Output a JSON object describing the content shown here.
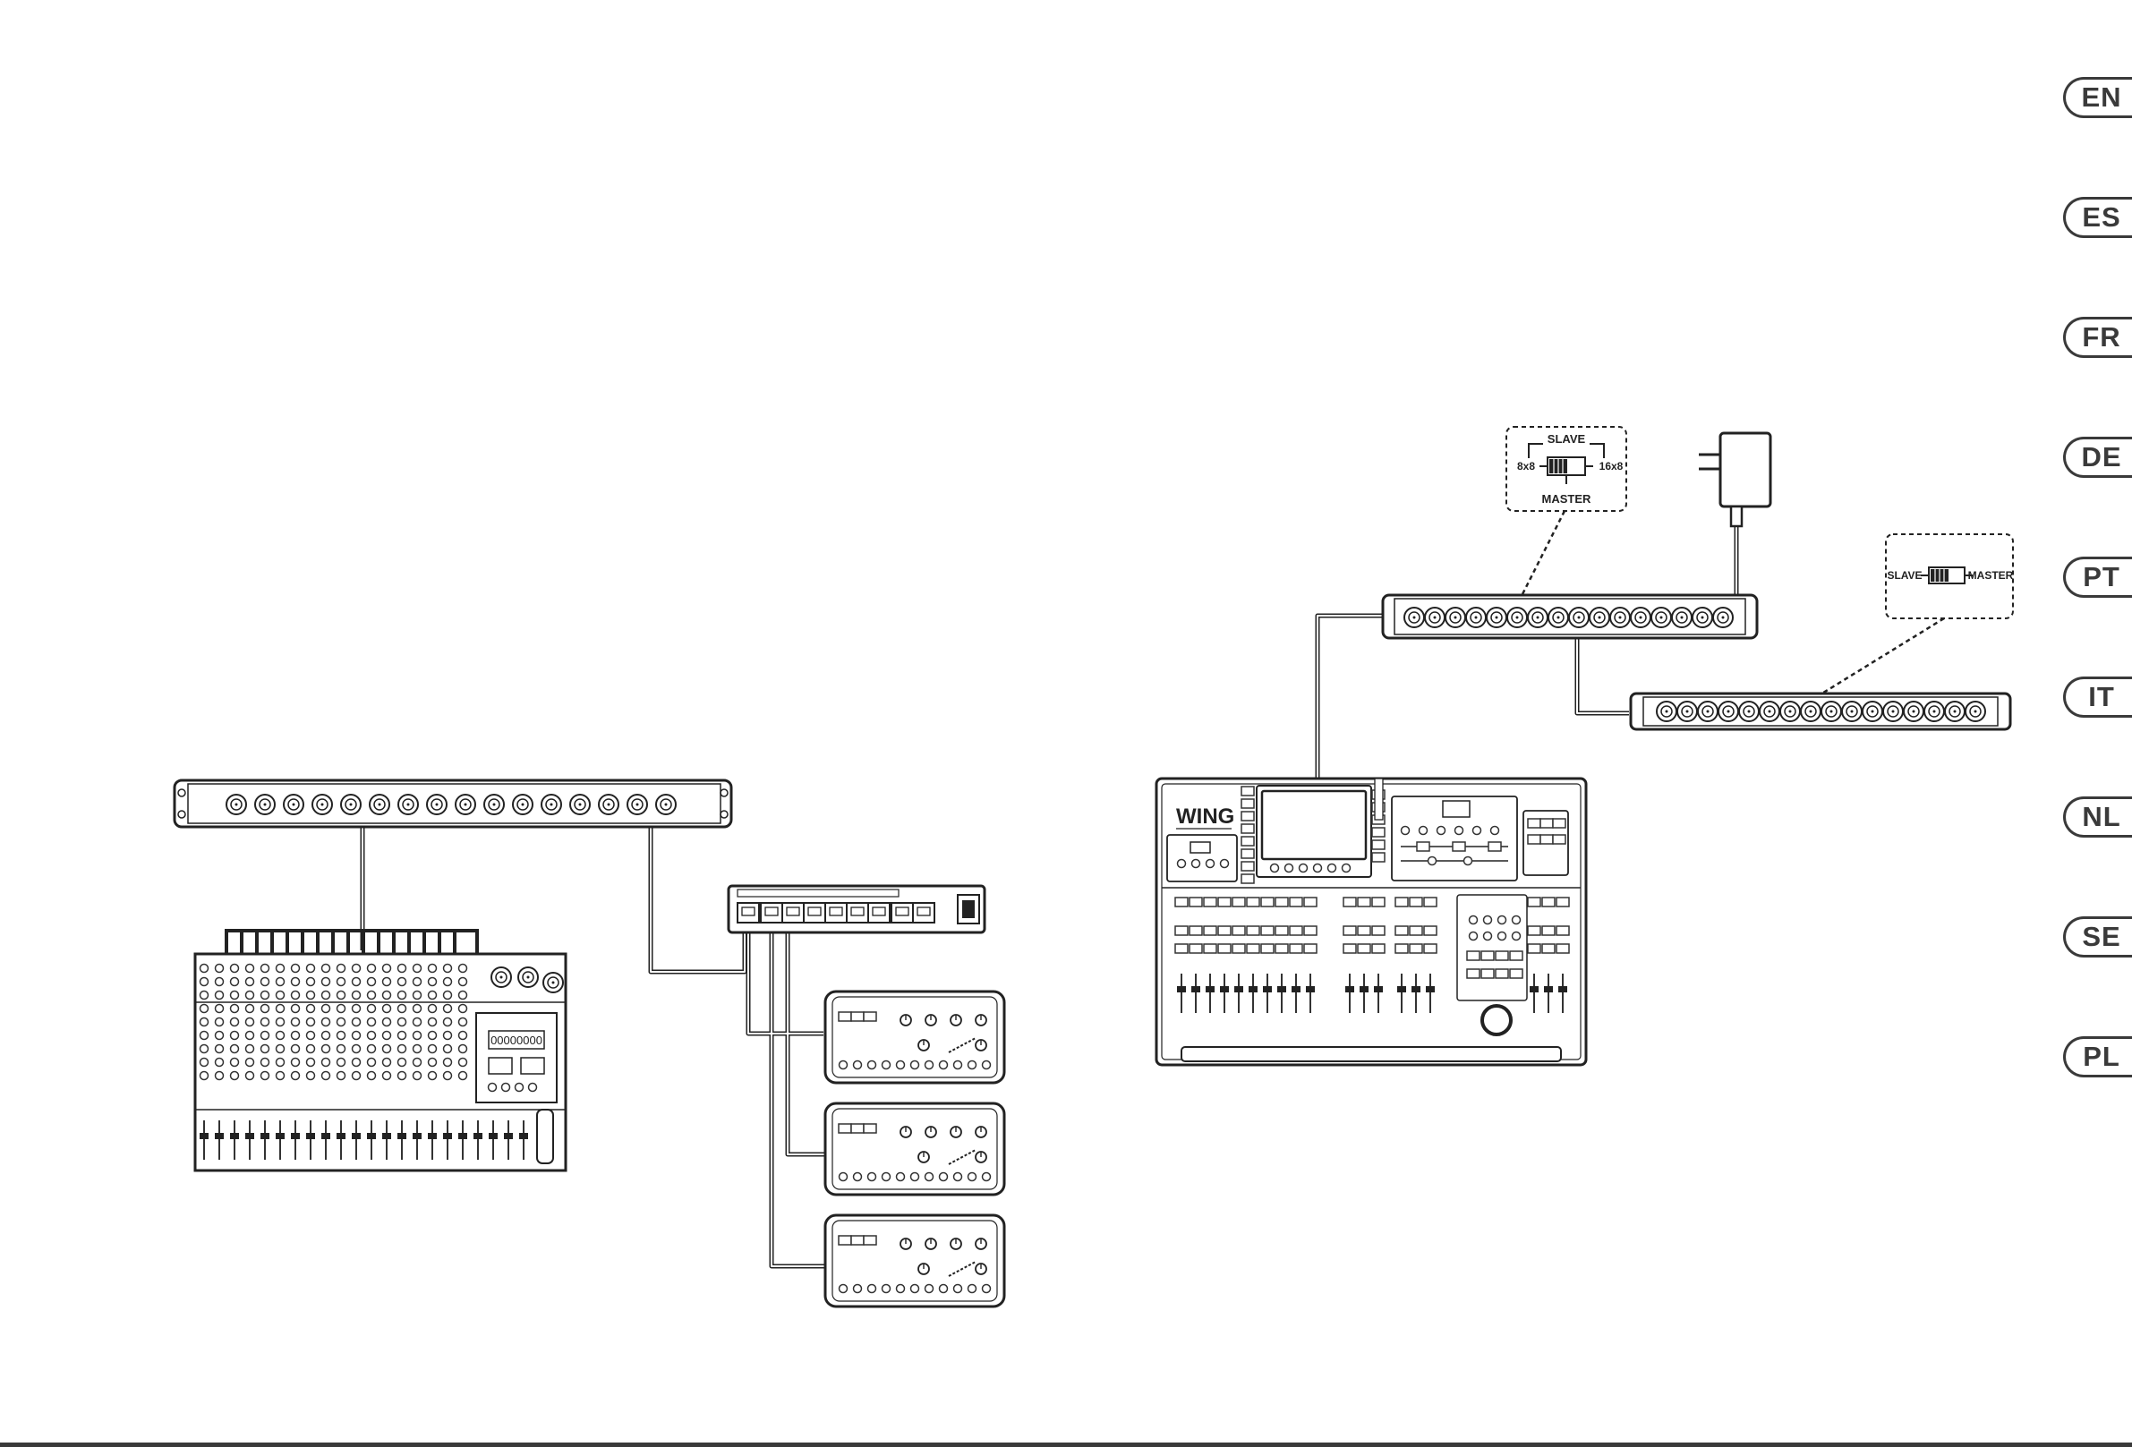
{
  "languages": [
    "EN",
    "ES",
    "FR",
    "DE",
    "PT",
    "IT",
    "NL",
    "SE",
    "PL"
  ],
  "wing_logo": "WING",
  "callout_16x8": {
    "top_label": "SLAVE",
    "left_label": "8x8",
    "right_label": "16x8",
    "bottom_label": "MASTER"
  },
  "callout_slave_master": {
    "left_label": "SLAVE",
    "right_label": "MASTER"
  }
}
